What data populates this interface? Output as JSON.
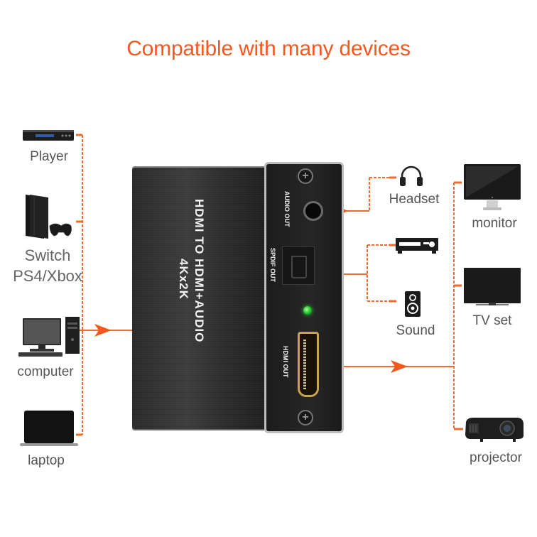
{
  "title": "Compatible with many devices",
  "colors": {
    "accent": "#f4581e",
    "line": "#f26b2d",
    "label_text": "#555555",
    "led_green": "#1dbb2a",
    "hdmi_gold": "#c8a44e"
  },
  "inputs": {
    "player": {
      "label": "Player",
      "icon": "blu-ray-player-icon"
    },
    "console": {
      "label_line1": "Switch",
      "label_line2": "PS4/Xbox",
      "icon": "game-console-icon"
    },
    "computer": {
      "label": "computer",
      "icon": "desktop-computer-icon"
    },
    "laptop": {
      "label": "laptop",
      "icon": "laptop-icon"
    }
  },
  "device": {
    "name_line1": "HDMI TO HDMI+AUDIO",
    "name_line2": "4Kx2K",
    "ports": {
      "audio_out": "AUDIO OUT",
      "spdif_out": "SPDIF OUT",
      "hdmi_out": "HDMI OUT"
    }
  },
  "audio_outputs": {
    "headset": {
      "label": "Headset",
      "icon": "headphones-icon"
    },
    "amplifier": {
      "label": "",
      "icon": "av-receiver-icon"
    },
    "sound": {
      "label": "Sound",
      "icon": "speaker-icon"
    }
  },
  "video_outputs": {
    "monitor": {
      "label": "monitor",
      "icon": "monitor-icon"
    },
    "tv": {
      "label": "TV set",
      "icon": "tv-icon"
    },
    "projector": {
      "label": "projector",
      "icon": "projector-icon"
    }
  }
}
